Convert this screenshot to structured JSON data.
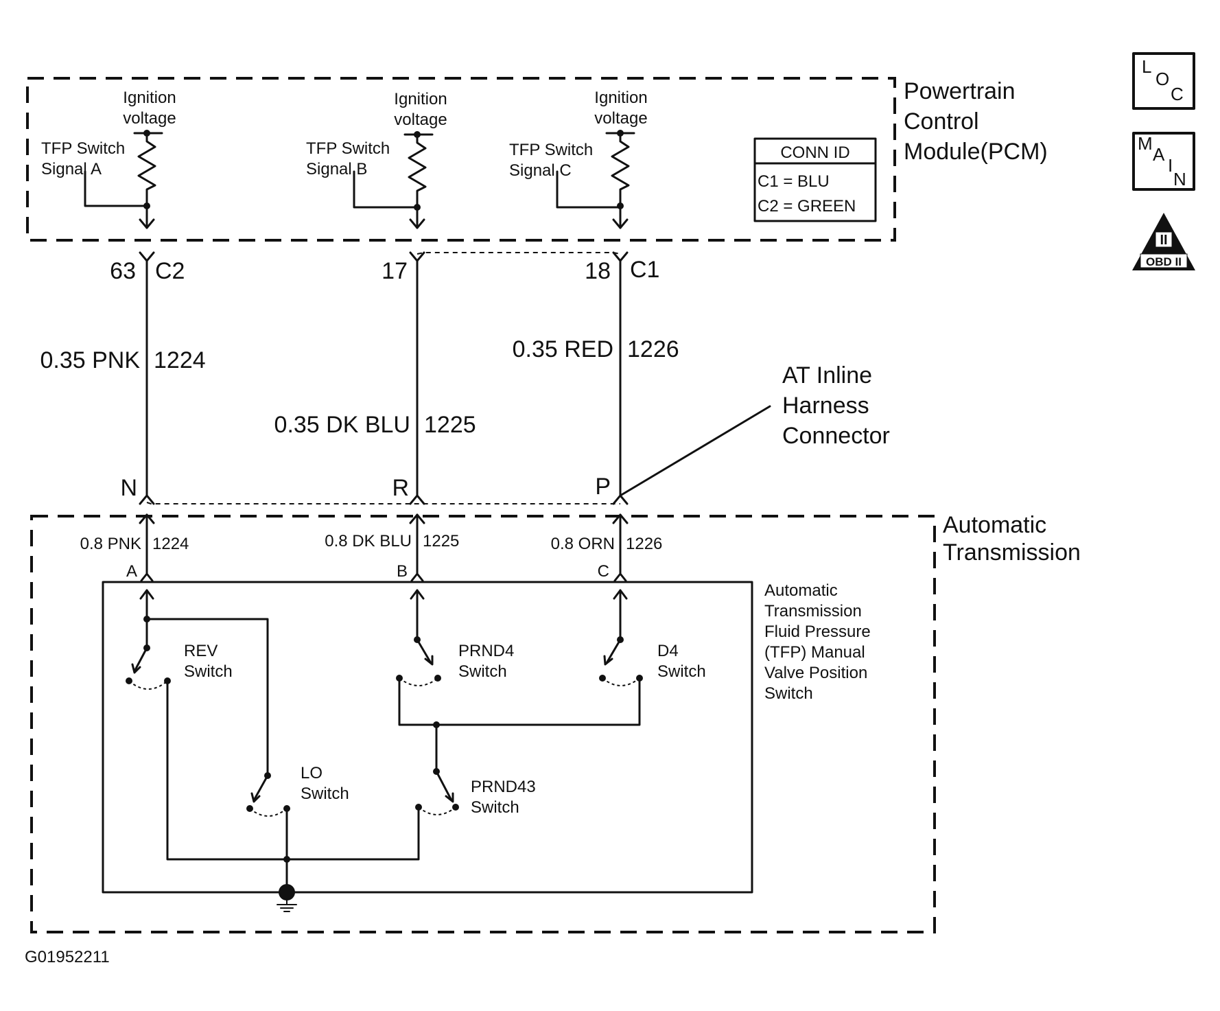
{
  "pcm": {
    "title_lines": [
      "Powertrain",
      "Control",
      "Module(PCM)"
    ]
  },
  "circuits": [
    {
      "ign": [
        "Ignition",
        "voltage"
      ],
      "signal": [
        "TFP Switch",
        "Signal A"
      ],
      "pin": "63",
      "conn": "C2",
      "wire": "0.35 PNK",
      "circuit": "1224",
      "inline": "N",
      "trans_wire": "0.8 PNK",
      "trans_circuit": "1224",
      "term": "A"
    },
    {
      "ign": [
        "Ignition",
        "voltage"
      ],
      "signal": [
        "TFP Switch",
        "Signal B"
      ],
      "pin": "17",
      "conn": "",
      "wire": "0.35 DK BLU",
      "circuit": "1225",
      "inline": "R",
      "trans_wire": "0.8 DK BLU",
      "trans_circuit": "1225",
      "term": "B"
    },
    {
      "ign": [
        "Ignition",
        "voltage"
      ],
      "signal": [
        "TFP Switch",
        "Signal C"
      ],
      "pin": "18",
      "conn": "C1",
      "wire": "0.35 RED",
      "circuit": "1226",
      "inline": "P",
      "trans_wire": "0.8 ORN",
      "trans_circuit": "1226",
      "term": "C"
    }
  ],
  "conn_id": {
    "title": "CONN ID",
    "rows": [
      "C1 = BLU",
      "C2 = GREEN"
    ]
  },
  "inline_connector": {
    "label_lines": [
      "AT Inline",
      "Harness",
      "Connector"
    ]
  },
  "transmission": {
    "title_lines": [
      "Automatic",
      "Transmission"
    ]
  },
  "tfp_switch": {
    "label_lines": [
      "Automatic",
      "Transmission",
      "Fluid Pressure",
      "(TFP) Manual",
      "Valve Position",
      "Switch"
    ]
  },
  "switches": {
    "rev": [
      "REV",
      "Switch"
    ],
    "prnd4": [
      "PRND4",
      "Switch"
    ],
    "d4": [
      "D4",
      "Switch"
    ],
    "lo": [
      "LO",
      "Switch"
    ],
    "prnd43": [
      "PRND43",
      "Switch"
    ]
  },
  "badges": {
    "loc": [
      "L",
      "O",
      "C"
    ],
    "main": [
      "M",
      "A",
      "I",
      "N"
    ],
    "obd": {
      "mark": "II",
      "text": "OBD II"
    }
  },
  "figure_id": "G01952211"
}
